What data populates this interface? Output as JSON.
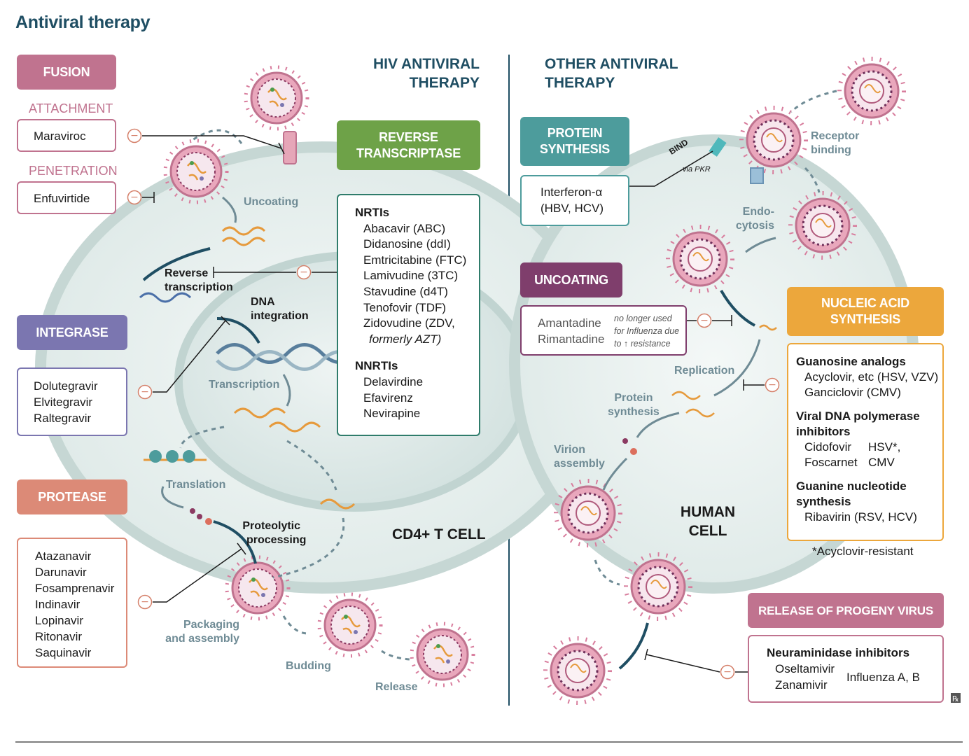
{
  "title": "Antiviral therapy",
  "hiv": {
    "heading": [
      "HIV ANTIVIRAL",
      "THERAPY"
    ],
    "cell_label": "CD4+ T CELL",
    "fusion": {
      "label": "FUSION",
      "attachment": {
        "label": "ATTACHMENT",
        "drug": "Maraviroc"
      },
      "penetration": {
        "label": "PENETRATION",
        "drug": "Enfuvirtide"
      }
    },
    "integrase": {
      "label": "INTEGRASE",
      "drugs": [
        "Dolutegravir",
        "Elvitegravir",
        "Raltegravir"
      ]
    },
    "protease": {
      "label": "PROTEASE",
      "drugs": [
        "Atazanavir",
        "Darunavir",
        "Fosamprenavir",
        "Indinavir",
        "Lopinavir",
        "Ritonavir",
        "Saquinavir"
      ]
    },
    "reverse_transcriptase": {
      "label": [
        "REVERSE",
        "TRANSCRIPTASE"
      ],
      "nrti_heading": "NRTIs",
      "nrtis": [
        "Abacavir (ABC)",
        "Didanosine (ddI)",
        "Emtricitabine (FTC)",
        "Lamivudine (3TC)",
        "Stavudine (d4T)",
        "Tenofovir (TDF)",
        "Zidovudine (ZDV,"
      ],
      "nrti_note": "formerly AZT)",
      "nnrti_heading": "NNRTIs",
      "nnrtis": [
        "Delavirdine",
        "Efavirenz",
        "Nevirapine"
      ]
    },
    "steps": {
      "uncoating": "Uncoating",
      "reverse_transcription": [
        "Reverse",
        "transcription"
      ],
      "dna_integration": [
        "DNA",
        "integration"
      ],
      "transcription": "Transcription",
      "translation": "Translation",
      "proteolytic": [
        "Proteolytic",
        "processing"
      ],
      "packaging": [
        "Packaging",
        "and assembly"
      ],
      "budding": "Budding",
      "release": "Release"
    }
  },
  "other": {
    "heading": [
      "OTHER ANTIVIRAL",
      "THERAPY"
    ],
    "cell_label": [
      "HUMAN",
      "CELL"
    ],
    "protein_synthesis": {
      "label": [
        "PROTEIN",
        "SYNTHESIS"
      ],
      "drugs": [
        "Interferon-α",
        "(HBV, HCV)"
      ],
      "bind": "BIND",
      "via": "via PKR"
    },
    "uncoating": {
      "label": "UNCOATING",
      "drugs": [
        "Amantadine",
        "Rimantadine"
      ],
      "note": [
        "no longer used",
        "for Influenza due",
        "to ↑ resistance"
      ]
    },
    "nucleic_acid_synthesis": {
      "label": [
        "NUCLEIC ACID",
        "SYNTHESIS"
      ],
      "guanosine_heading": "Guanosine analogs",
      "guanosine": [
        "Acyclovir, etc (HSV, VZV)",
        "Ganciclovir (CMV)"
      ],
      "polymerase_heading": [
        "Viral DNA polymerase",
        "inhibitors"
      ],
      "polymerase": [
        "Cidofovir",
        "Foscarnet"
      ],
      "polymerase_targets": [
        "HSV*,",
        "CMV"
      ],
      "guanine_heading": [
        "Guanine nucleotide",
        "synthesis"
      ],
      "guanine": [
        "Ribavirin (RSV, HCV)"
      ],
      "footnote": "*Acyclovir-resistant"
    },
    "release": {
      "label": "RELEASE OF PROGENY VIRUS",
      "heading": "Neuraminidase inhibitors",
      "drugs": [
        "Oseltamivir",
        "Zanamivir"
      ],
      "targets": "Influenza A, B"
    },
    "steps": {
      "receptor_binding": [
        "Receptor",
        "binding"
      ],
      "endocytosis": [
        "Endo-",
        "cytosis"
      ],
      "replication": "Replication",
      "protein_synthesis": [
        "Protein",
        "synthesis"
      ],
      "virion_assembly": [
        "Virion",
        "assembly"
      ]
    }
  },
  "inhibit_symbol": "−",
  "colors": {
    "title": "#1f4e63",
    "fusion": "#c0738f",
    "integrase": "#7b76b0",
    "protease": "#dc8a77",
    "reverse_transcriptase": "#6ea248",
    "protein_synthesis": "#4d9c9c",
    "uncoating": "#7f3e6c",
    "nucleic_acid_synthesis": "#eca73c",
    "cell": "#dde9e7"
  }
}
